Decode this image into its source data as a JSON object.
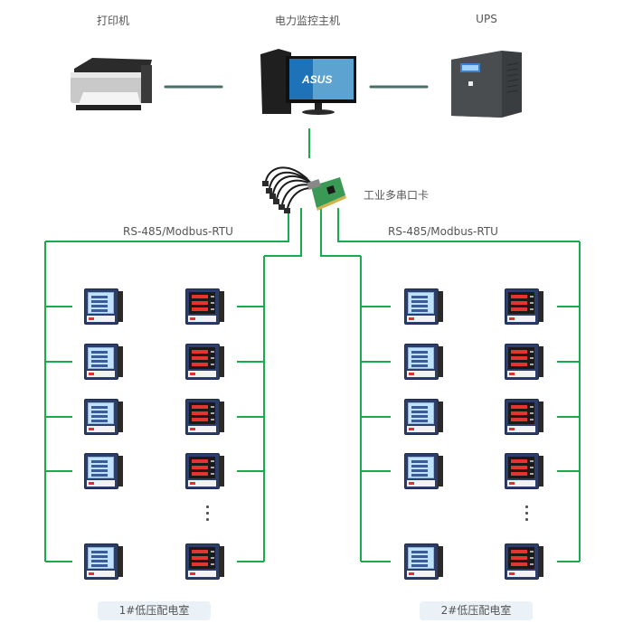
{
  "top": {
    "printer": {
      "label": "打印机",
      "icon": "printer-icon"
    },
    "host": {
      "label": "电力监控主机",
      "icon": "desktop-computer-icon",
      "brand": "ASUS"
    },
    "ups": {
      "label": "UPS",
      "icon": "ups-icon"
    }
  },
  "serial_card": {
    "label": "工业多串口卡",
    "icon": "multi-port-serial-card-icon"
  },
  "buses": [
    {
      "label": "RS-485/Modbus-RTU"
    },
    {
      "label": "RS-485/Modbus-RTU"
    }
  ],
  "rooms": [
    {
      "label": "1#低压配电室",
      "rows": 5,
      "ellipsis_row": 5,
      "left_meter_type": "lcd-power-meter",
      "right_meter_type": "led-power-meter"
    },
    {
      "label": "2#低压配电室",
      "rows": 5,
      "ellipsis_row": 5,
      "left_meter_type": "lcd-power-meter",
      "right_meter_type": "led-power-meter"
    }
  ],
  "colors": {
    "wire": "#1aab4f",
    "link": "#4a6f6a",
    "room_label_bg": "#eaf1f7"
  }
}
